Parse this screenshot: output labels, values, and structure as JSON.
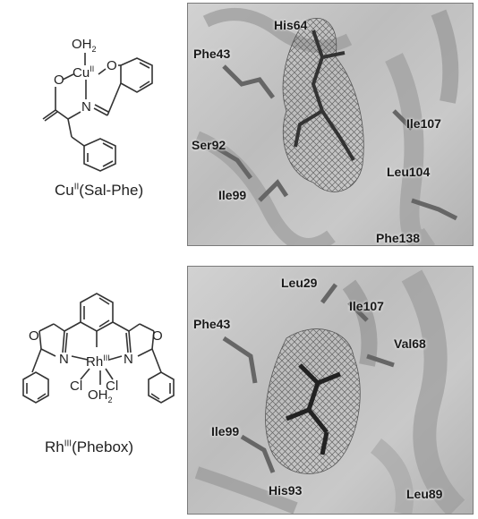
{
  "top_left": {
    "caption": {
      "metal": "Cu",
      "ox": "II",
      "rest": "(Sal-Phe)"
    },
    "labels": {
      "oh2": "OH",
      "oh2_sub": "2",
      "cu": "Cu",
      "cu_ox": "II",
      "o_left": "O",
      "o_right": "O",
      "n": "N"
    }
  },
  "bottom_left": {
    "caption": {
      "metal": "Rh",
      "ox": "III",
      "rest": "(Phebox)"
    },
    "labels": {
      "o1": "O",
      "o2": "O",
      "n1": "N",
      "n2": "N",
      "rh": "Rh",
      "rh_ox": "III",
      "cl1": "Cl",
      "cl2": "Cl",
      "oh2": "OH",
      "oh2_sub": "2"
    }
  },
  "panel_top": {
    "residues": [
      "His64",
      "Phe43",
      "Ile107",
      "Ser92",
      "Leu104",
      "Ile99",
      "Phe138"
    ]
  },
  "panel_bottom": {
    "residues": [
      "Leu29",
      "Ile107",
      "Phe43",
      "Val68",
      "Ile99",
      "His93",
      "Leu89"
    ]
  }
}
